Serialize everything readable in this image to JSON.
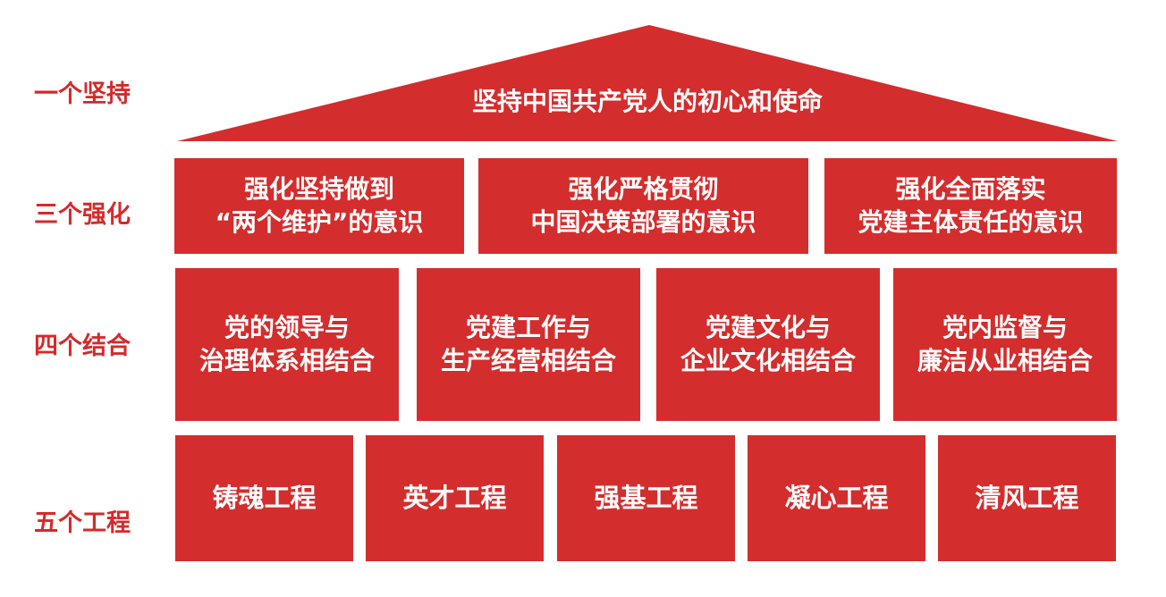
{
  "labels": {
    "row1": "一个坚持",
    "row2": "三个强化",
    "row3": "四个结合",
    "row4": "五个工程"
  },
  "roof": {
    "text": "坚持中国共产党人的初心和使命"
  },
  "strengthen": [
    {
      "line1": "强化坚持做到",
      "line2": "“两个维护”的意识"
    },
    {
      "line1": "强化严格贯彻",
      "line2": "中国决策部署的意识"
    },
    {
      "line1": "强化全面落实",
      "line2": "党建主体责任的意识"
    }
  ],
  "combine": [
    {
      "line1": "党的领导与",
      "line2": "治理体系相结合"
    },
    {
      "line1": "党建工作与",
      "line2": "生产经营相结合"
    },
    {
      "line1": "党建文化与",
      "line2": "企业文化相结合"
    },
    {
      "line1": "党内监督与",
      "line2": "廉洁从业相结合"
    }
  ],
  "projects": [
    "铸魂工程",
    "英才工程",
    "强基工程",
    "凝心工程",
    "清风工程"
  ],
  "colors": {
    "block": "#d42d2d",
    "label": "#d42a2a",
    "text": "#ffffff"
  }
}
